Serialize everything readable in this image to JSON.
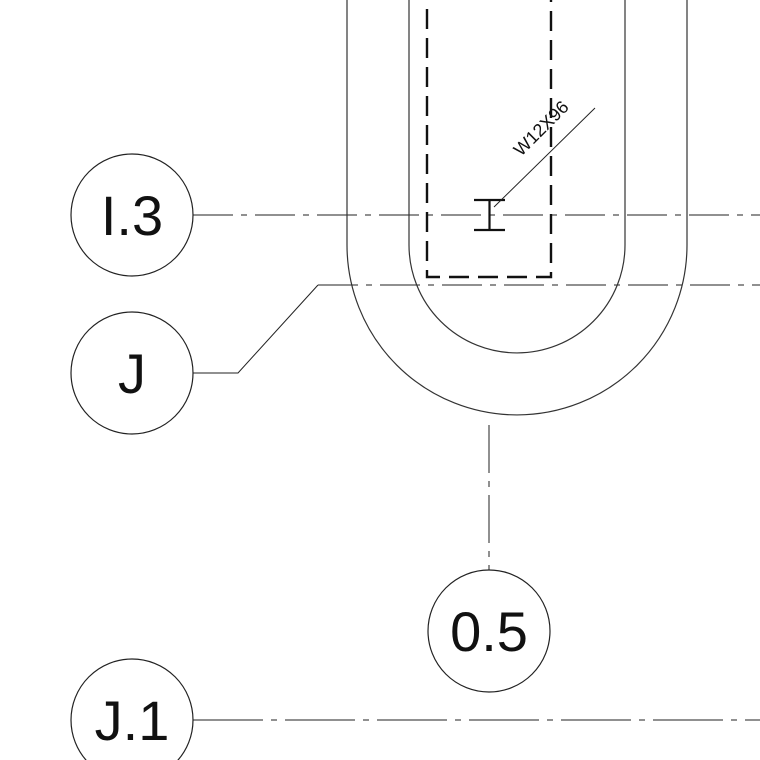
{
  "drawing": {
    "line_color": "#111111",
    "background": "#ffffff"
  },
  "grid_bubbles": {
    "i3": "I.3",
    "j": "J",
    "j1": "J.1",
    "n05": "0.5"
  },
  "beam": {
    "size_label": "W12X96",
    "symbol": "I"
  }
}
